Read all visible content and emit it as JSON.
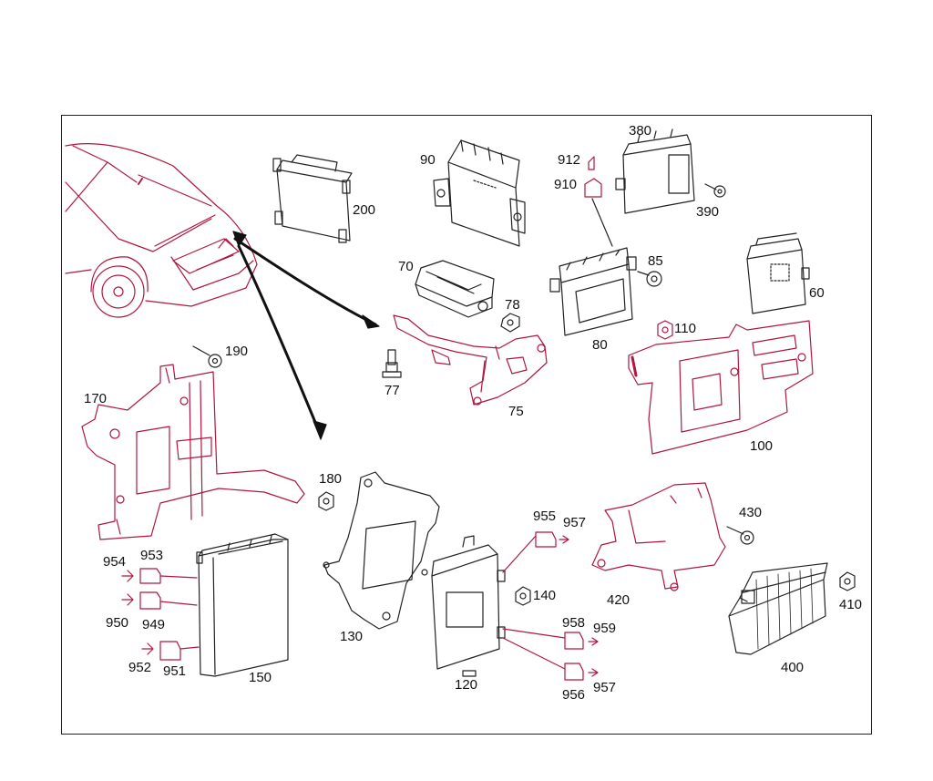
{
  "diagram": {
    "labels": {
      "p60": "60",
      "p70": "70",
      "p75": "75",
      "p77": "77",
      "p78": "78",
      "p80": "80",
      "p85": "85",
      "p90": "90",
      "p100": "100",
      "p110": "110",
      "p120": "120",
      "p130": "130",
      "p140": "140",
      "p150": "150",
      "p170": "170",
      "p180": "180",
      "p190": "190",
      "p200": "200",
      "p380": "380",
      "p390": "390",
      "p400": "400",
      "p410": "410",
      "p420": "420",
      "p430": "430",
      "p910": "910",
      "p912": "912",
      "p949": "949",
      "p950": "950",
      "p951": "951",
      "p952": "952",
      "p953": "953",
      "p954": "954",
      "p955": "955",
      "p956": "956",
      "p957a": "957",
      "p957b": "957",
      "p958": "958",
      "p959": "959"
    },
    "colors": {
      "line": "#b0163f",
      "outline": "#222222",
      "label": "#111111"
    }
  }
}
